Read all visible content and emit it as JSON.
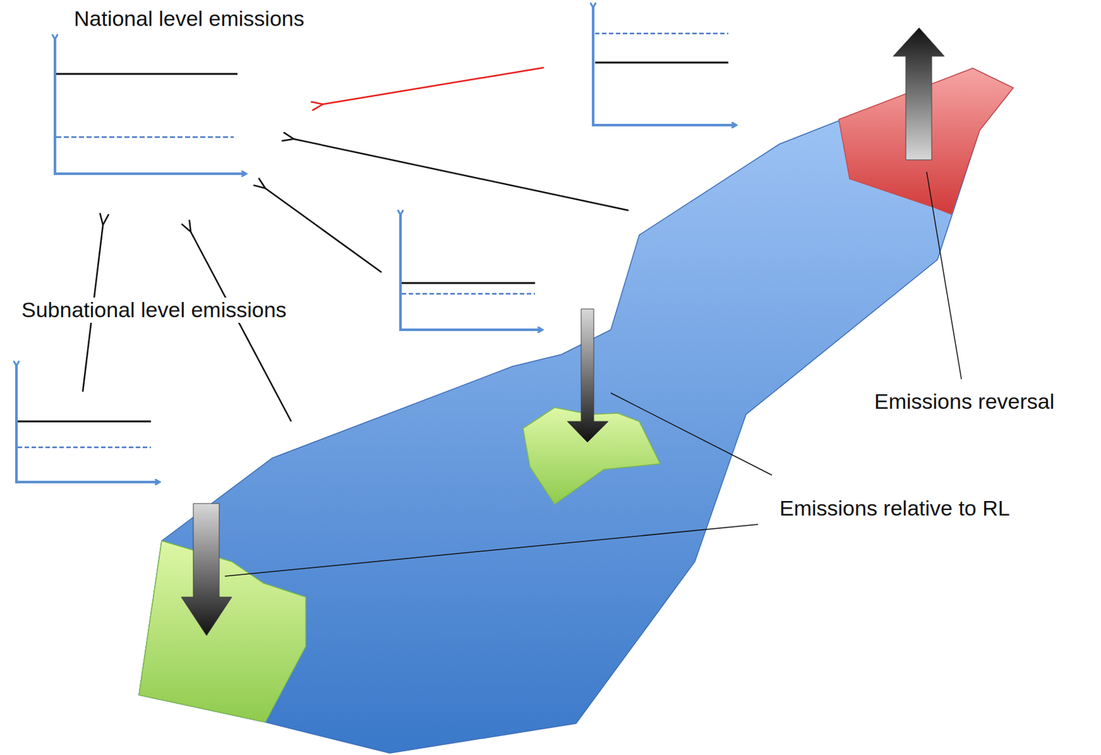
{
  "diagram": {
    "nodes": [
      {
        "text": [
          "National level emissions"
        ]
      }
    ],
    "labels": [
      "Subnational level emissions",
      "Emissions reversal",
      "Emissions relative to RL"
    ]
  }
}
